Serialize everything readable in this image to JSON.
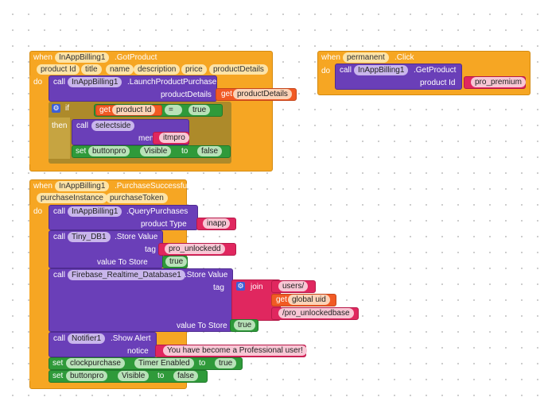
{
  "block1": {
    "when": "when",
    "component": "InAppBilling1",
    "event": ".GotProduct",
    "params": [
      "product Id",
      "title",
      "name",
      "description",
      "price",
      "productDetails"
    ],
    "do": "do",
    "call": "call",
    "callComp": "InAppBilling1",
    "callMethod": ".LaunchProductPurchase",
    "argLabel": "productDetails",
    "get": "get",
    "getVar": "productDetails",
    "if": "if",
    "eq": "=",
    "getProd": "product Id",
    "bool": "true",
    "then": "then",
    "call2": "call",
    "proc": "selectside",
    "argMeniu": "meniu",
    "meniuVal": "itmpro",
    "set": "set",
    "setComp": "buttonpro",
    "setProp": "Visible",
    "to": "to",
    "setVal": "false"
  },
  "block2": {
    "when": "when",
    "component": "permanent",
    "event": ".Click",
    "do": "do",
    "call": "call",
    "callComp": "InAppBilling1",
    "callMethod": ".GetProduct",
    "argLabel": "product Id",
    "argVal": "pro_premium"
  },
  "block3": {
    "when": "when",
    "component": "InAppBilling1",
    "event": ".PurchaseSuccessful",
    "params": [
      "purchaseInstance",
      "purchaseToken"
    ],
    "do": "do",
    "c1": {
      "call": "call",
      "comp": "InAppBilling1",
      "method": ".QueryPurchases",
      "arg": "product Type",
      "val": "inapp"
    },
    "c2": {
      "call": "call",
      "comp": "Tiny_DB1",
      "method": ".Store Value",
      "arg1": "tag",
      "val1": "pro_unlockedd",
      "arg2": "value To Store",
      "val2": "true"
    },
    "c3": {
      "call": "call",
      "comp": "Firebase_Realtime_Database1",
      "method": ".Store Value",
      "arg1": "tag",
      "join": "join",
      "j1": "users/",
      "jget": "get",
      "j2": "global uid",
      "j3": "/pro_unlockedbase",
      "arg2": "value To Store",
      "val2": "true"
    },
    "c4": {
      "call": "call",
      "comp": "Notifier1",
      "method": ".Show Alert",
      "arg": "notice",
      "val": "You have become a Professional user!"
    },
    "s1": {
      "set": "set",
      "comp": "clockpurchase",
      "prop": "Timer Enabled",
      "to": "to",
      "val": "true"
    },
    "s2": {
      "set": "set",
      "comp": "buttonpro",
      "prop": "Visible",
      "to": "to",
      "val": "false"
    }
  }
}
